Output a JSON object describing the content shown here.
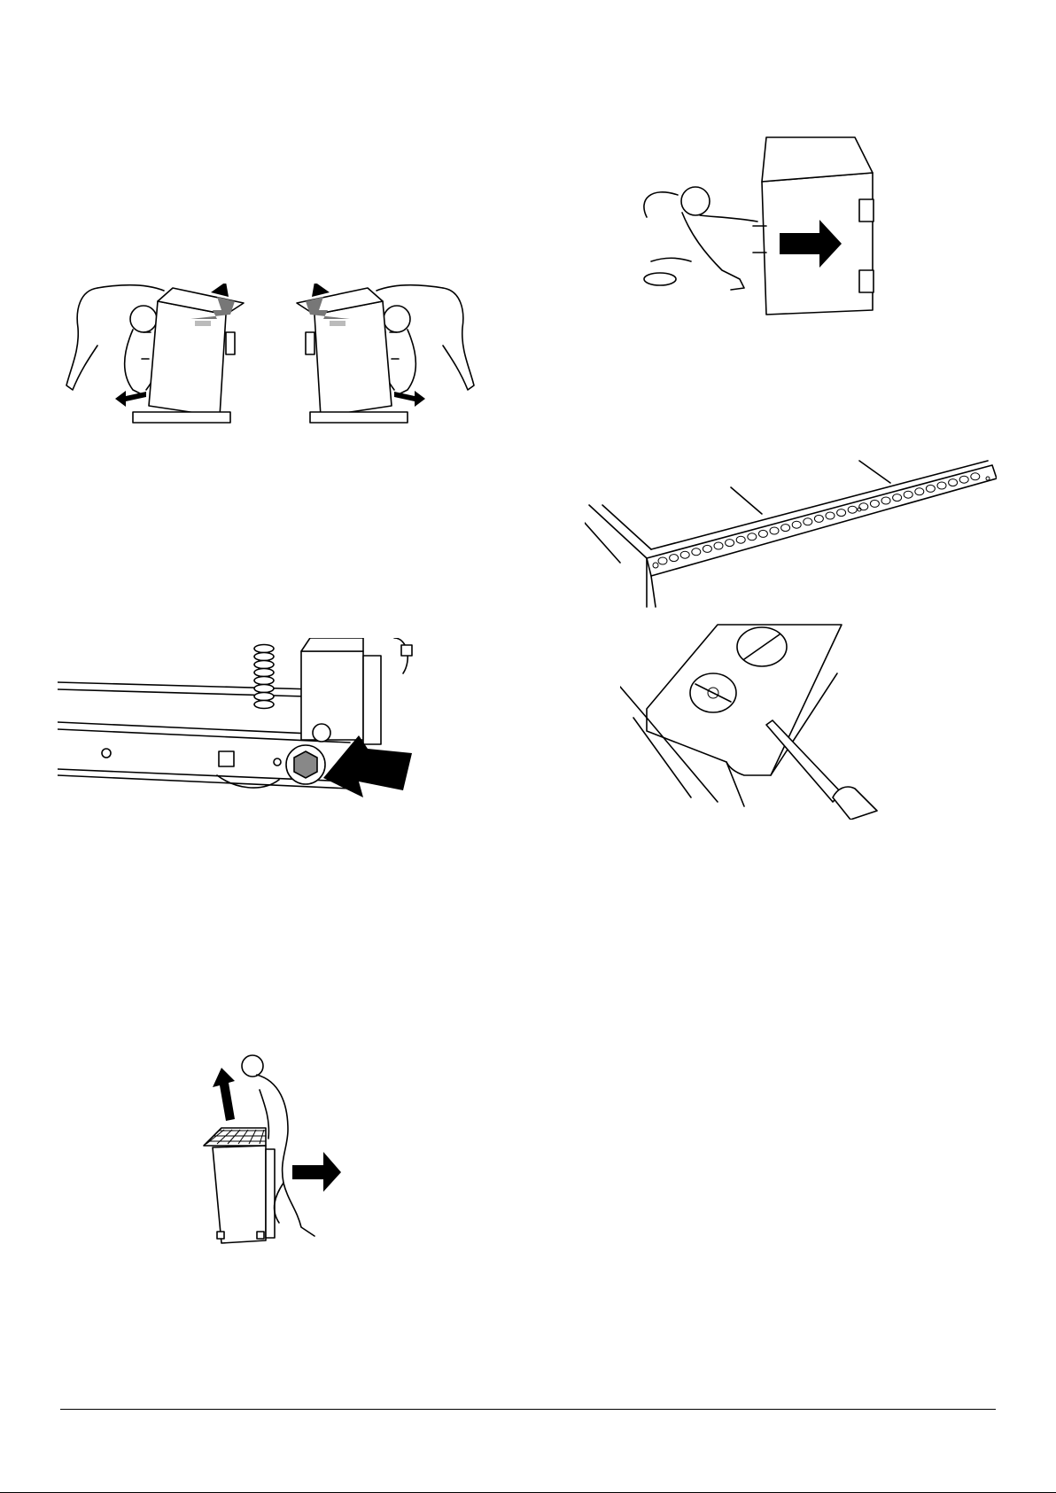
{
  "document": {
    "type": "installation-illustrations",
    "figures": [
      {
        "id": "tilt",
        "icons": [
          "person-icon",
          "appliance-icon",
          "curved-arrow-icon",
          "slide-arrow-icon"
        ]
      },
      {
        "id": "push",
        "icons": [
          "person-icon",
          "appliance-icon",
          "right-arrow-icon"
        ]
      },
      {
        "id": "manifold",
        "icons": [
          "burner-manifold-icon"
        ]
      },
      {
        "id": "tap",
        "icons": [
          "gas-tap-icon",
          "screwdriver-icon"
        ]
      },
      {
        "id": "castor",
        "icons": [
          "castor-icon",
          "hex-bolt-icon",
          "diagonal-arrow-icon"
        ]
      },
      {
        "id": "lift",
        "icons": [
          "person-icon",
          "appliance-icon",
          "up-arrow-icon",
          "right-arrow-icon"
        ]
      }
    ],
    "colors": {
      "line": "#000000",
      "arrow": "#000000",
      "grey": "#777777",
      "light-grey": "#bbbbbb",
      "background": "#ffffff"
    }
  }
}
